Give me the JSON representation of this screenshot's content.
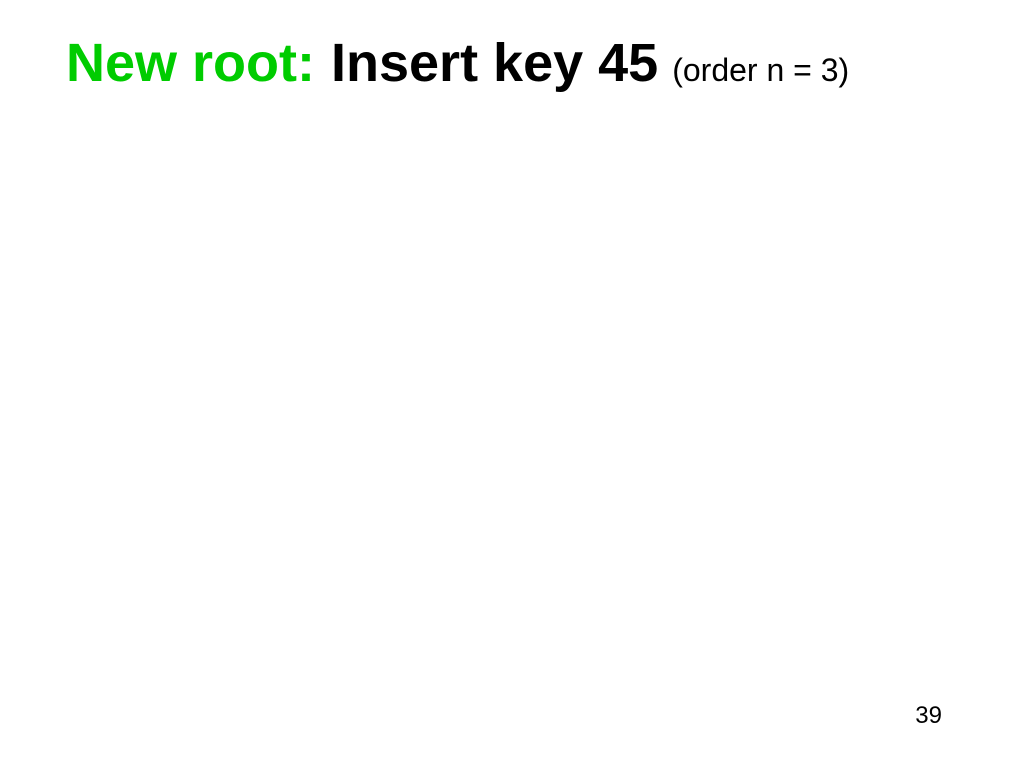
{
  "slide": {
    "title": {
      "highlight": "New root:",
      "main": "Insert key 45",
      "annotation": "(order n = 3)"
    },
    "page_number": "39",
    "colors": {
      "highlight_green": "#00cc00",
      "text": "#000000",
      "background": "#ffffff"
    }
  }
}
